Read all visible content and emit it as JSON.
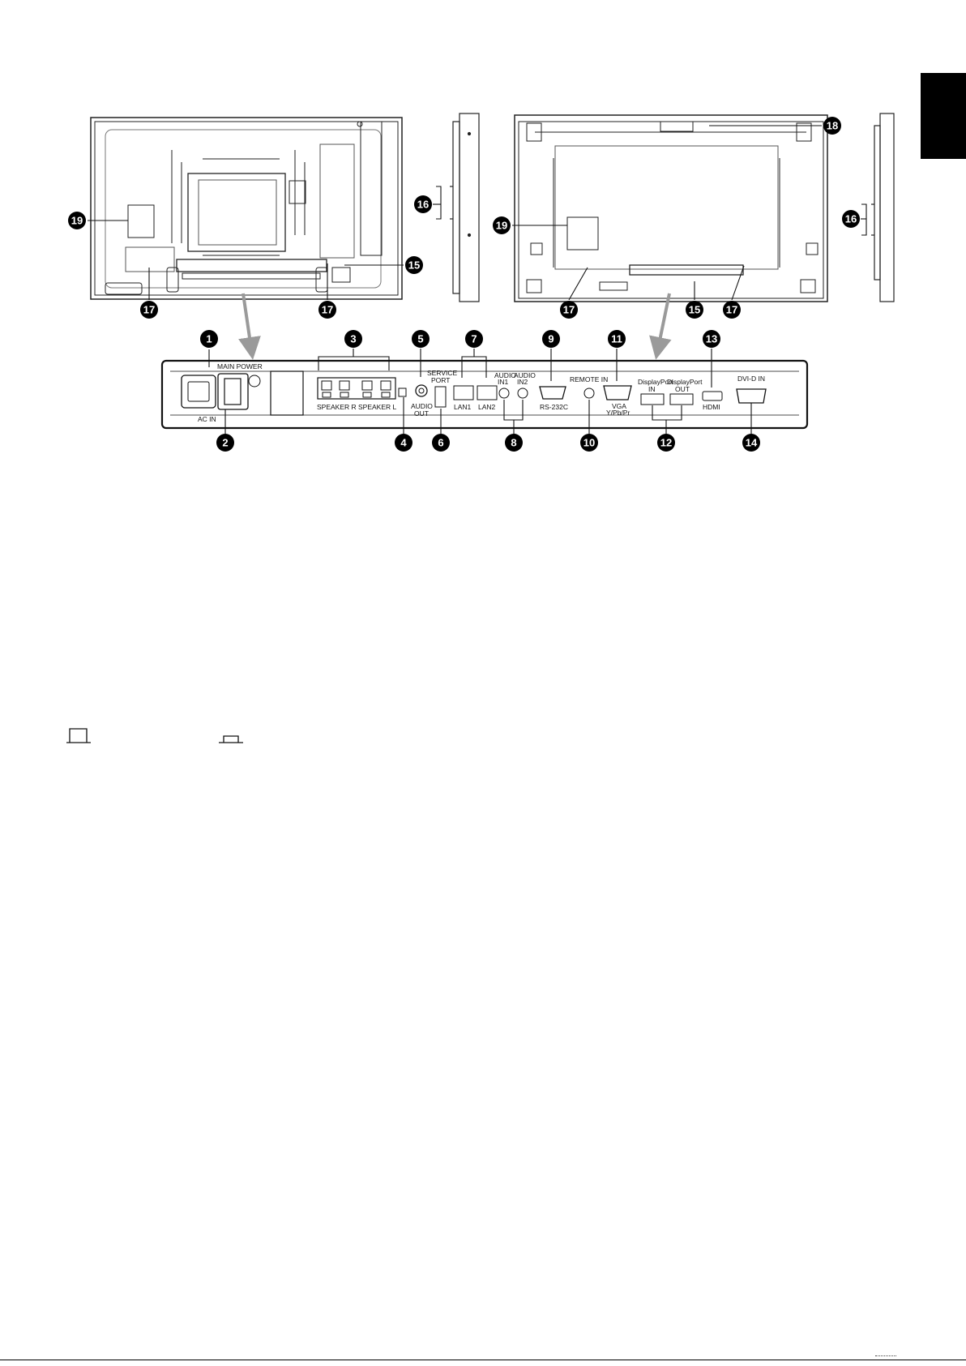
{
  "labels": {
    "main_power": "MAIN POWER",
    "ac_in": "AC IN",
    "speaker_r": "SPEAKER R",
    "speaker_l": "SPEAKER L",
    "audio_out_1": "AUDIO",
    "audio_out_2": "OUT",
    "service_port_1": "SERVICE",
    "service_port_2": "PORT",
    "lan1": "LAN1",
    "lan2": "LAN2",
    "audio_in1_1": "AUDIO",
    "audio_in1_2": "IN1",
    "audio_in2_1": "AUDIO",
    "audio_in2_2": "IN2",
    "rs232c": "RS-232C",
    "remote_in": "REMOTE IN",
    "vga_1": "VGA",
    "vga_2": "Y/Pb/Pr",
    "dp_in_1": "DisplayPort",
    "dp_in_2": "IN",
    "dp_out_1": "DisplayPort",
    "dp_out_2": "OUT",
    "hdmi": "HDMI",
    "dvi_in": "DVI-D IN"
  },
  "callouts": [
    "1",
    "2",
    "3",
    "4",
    "5",
    "6",
    "7",
    "8",
    "9",
    "10",
    "11",
    "12",
    "13",
    "14",
    "15",
    "16",
    "17",
    "18",
    "19"
  ],
  "colors": {
    "ink": "#111111",
    "callout_fill": "#000000",
    "arrow": "#9a9a9a",
    "page": "#ffffff"
  },
  "icons": {
    "power_on": "switch-on-symbol",
    "power_off": "switch-off-symbol"
  }
}
